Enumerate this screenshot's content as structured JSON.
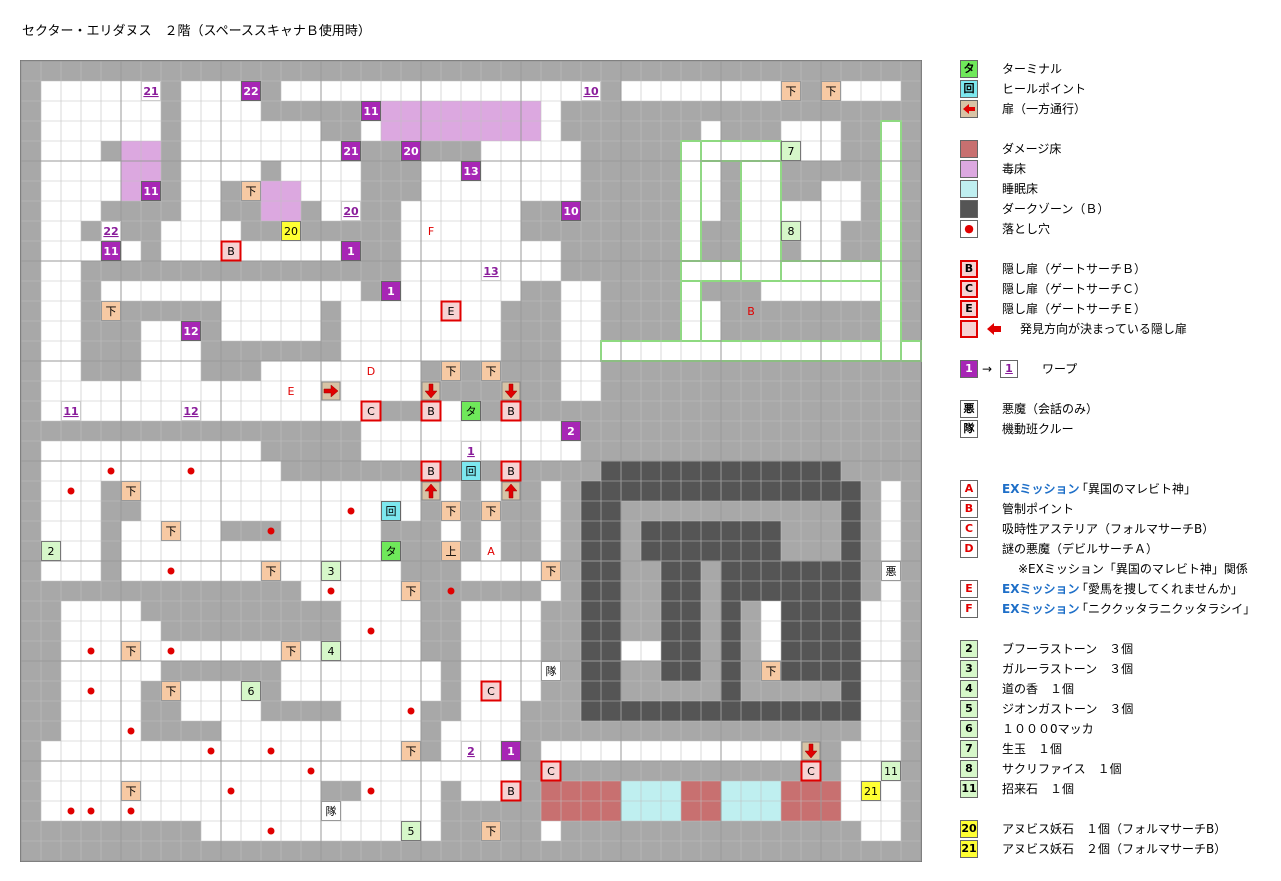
{
  "title": "セクター・エリダヌス　２階（スペーススキャナＢ使用時）",
  "map": {
    "cols": 45,
    "rows": 40,
    "cell_colors": {
      "wall": "#a8a8a8",
      "floor": "#ffffff",
      "poison": "#dca8e0",
      "damage": "#c87070",
      "sleep": "#bfeff0",
      "dark": "#555555"
    },
    "labels": [
      {
        "t": "21",
        "c": 6,
        "r": 1,
        "k": "warp-dest"
      },
      {
        "t": "22",
        "c": 11,
        "r": 1,
        "k": "warp"
      },
      {
        "t": "10",
        "c": 28,
        "r": 1,
        "k": "warp-dest"
      },
      {
        "t": "下",
        "c": 38,
        "r": 1,
        "k": "stairs"
      },
      {
        "t": "下",
        "c": 40,
        "r": 1,
        "k": "stairs"
      },
      {
        "t": "11",
        "c": 17,
        "r": 2,
        "k": "warp"
      },
      {
        "t": "21",
        "c": 16,
        "r": 4,
        "k": "warp"
      },
      {
        "t": "20",
        "c": 19,
        "r": 4,
        "k": "warp"
      },
      {
        "t": "7",
        "c": 38,
        "r": 4,
        "k": "item"
      },
      {
        "t": "11",
        "c": 6,
        "r": 6,
        "k": "warp"
      },
      {
        "t": "13",
        "c": 22,
        "r": 5,
        "k": "warp"
      },
      {
        "t": "下",
        "c": 11,
        "r": 6,
        "k": "stairs"
      },
      {
        "t": "10",
        "c": 27,
        "r": 7,
        "k": "warp"
      },
      {
        "t": "20",
        "c": 16,
        "r": 7,
        "k": "warp-dest"
      },
      {
        "t": "20",
        "c": 13,
        "r": 8,
        "k": "stone"
      },
      {
        "t": "22",
        "c": 4,
        "r": 8,
        "k": "warp-dest"
      },
      {
        "t": "F",
        "c": 20,
        "r": 8,
        "k": "mission"
      },
      {
        "t": "8",
        "c": 38,
        "r": 8,
        "k": "item"
      },
      {
        "t": "11",
        "c": 4,
        "r": 9,
        "k": "warp"
      },
      {
        "t": "B",
        "c": 10,
        "r": 9,
        "k": "door"
      },
      {
        "t": "1",
        "c": 16,
        "r": 9,
        "k": "warp"
      },
      {
        "t": "13",
        "c": 23,
        "r": 10,
        "k": "warp-dest"
      },
      {
        "t": "1",
        "c": 18,
        "r": 11,
        "k": "warp"
      },
      {
        "t": "下",
        "c": 4,
        "r": 12,
        "k": "stairs"
      },
      {
        "t": "E",
        "c": 21,
        "r": 12,
        "k": "door"
      },
      {
        "t": "B",
        "c": 36,
        "r": 12,
        "k": "mission"
      },
      {
        "t": "12",
        "c": 8,
        "r": 13,
        "k": "warp"
      },
      {
        "t": "D",
        "c": 17,
        "r": 15,
        "k": "mission"
      },
      {
        "t": "下",
        "c": 21,
        "r": 15,
        "k": "stairs"
      },
      {
        "t": "下",
        "c": 23,
        "r": 15,
        "k": "stairs"
      },
      {
        "t": "E",
        "c": 13,
        "r": 16,
        "k": "mission"
      },
      {
        "t": "11",
        "c": 2,
        "r": 17,
        "k": "warp-dest"
      },
      {
        "t": "12",
        "c": 8,
        "r": 17,
        "k": "warp-dest"
      },
      {
        "t": "C",
        "c": 17,
        "r": 17,
        "k": "door"
      },
      {
        "t": "B",
        "c": 20,
        "r": 17,
        "k": "door"
      },
      {
        "t": "タ",
        "c": 22,
        "r": 17,
        "k": "terminal"
      },
      {
        "t": "B",
        "c": 24,
        "r": 17,
        "k": "door"
      },
      {
        "t": "2",
        "c": 27,
        "r": 18,
        "k": "warp"
      },
      {
        "t": "1",
        "c": 22,
        "r": 19,
        "k": "warp-dest"
      },
      {
        "t": "B",
        "c": 20,
        "r": 20,
        "k": "door"
      },
      {
        "t": "回",
        "c": 22,
        "r": 20,
        "k": "heal"
      },
      {
        "t": "B",
        "c": 24,
        "r": 20,
        "k": "door"
      },
      {
        "t": "下",
        "c": 5,
        "r": 21,
        "k": "stairs"
      },
      {
        "t": "回",
        "c": 18,
        "r": 22,
        "k": "heal"
      },
      {
        "t": "下",
        "c": 21,
        "r": 22,
        "k": "stairs"
      },
      {
        "t": "下",
        "c": 23,
        "r": 22,
        "k": "stairs"
      },
      {
        "t": "下",
        "c": 7,
        "r": 23,
        "k": "stairs"
      },
      {
        "t": "2",
        "c": 1,
        "r": 24,
        "k": "item"
      },
      {
        "t": "タ",
        "c": 18,
        "r": 24,
        "k": "terminal"
      },
      {
        "t": "上",
        "c": 21,
        "r": 24,
        "k": "stairs"
      },
      {
        "t": "A",
        "c": 23,
        "r": 24,
        "k": "mission"
      },
      {
        "t": "下",
        "c": 12,
        "r": 25,
        "k": "stairs"
      },
      {
        "t": "3",
        "c": 15,
        "r": 25,
        "k": "item"
      },
      {
        "t": "下",
        "c": 26,
        "r": 25,
        "k": "stairs"
      },
      {
        "t": "悪",
        "c": 43,
        "r": 25,
        "k": "npc"
      },
      {
        "t": "下",
        "c": 19,
        "r": 26,
        "k": "stairs"
      },
      {
        "t": "下",
        "c": 5,
        "r": 29,
        "k": "stairs"
      },
      {
        "t": "下",
        "c": 13,
        "r": 29,
        "k": "stairs"
      },
      {
        "t": "4",
        "c": 15,
        "r": 29,
        "k": "item"
      },
      {
        "t": "隊",
        "c": 26,
        "r": 30,
        "k": "npc"
      },
      {
        "t": "下",
        "c": 37,
        "r": 30,
        "k": "stairs"
      },
      {
        "t": "下",
        "c": 7,
        "r": 31,
        "k": "stairs"
      },
      {
        "t": "6",
        "c": 11,
        "r": 31,
        "k": "item"
      },
      {
        "t": "C",
        "c": 23,
        "r": 31,
        "k": "door"
      },
      {
        "t": "下",
        "c": 19,
        "r": 34,
        "k": "stairs"
      },
      {
        "t": "2",
        "c": 22,
        "r": 34,
        "k": "warp-dest"
      },
      {
        "t": "1",
        "c": 24,
        "r": 34,
        "k": "warp"
      },
      {
        "t": "C",
        "c": 26,
        "r": 35,
        "k": "door"
      },
      {
        "t": "C",
        "c": 39,
        "r": 35,
        "k": "door"
      },
      {
        "t": "11",
        "c": 43,
        "r": 35,
        "k": "item"
      },
      {
        "t": "下",
        "c": 5,
        "r": 36,
        "k": "stairs"
      },
      {
        "t": "B",
        "c": 24,
        "r": 36,
        "k": "door"
      },
      {
        "t": "21",
        "c": 42,
        "r": 36,
        "k": "stone"
      },
      {
        "t": "隊",
        "c": 15,
        "r": 37,
        "k": "npc"
      },
      {
        "t": "5",
        "c": 19,
        "r": 38,
        "k": "item"
      },
      {
        "t": "下",
        "c": 23,
        "r": 38,
        "k": "stairs"
      }
    ],
    "pits": [
      [
        2,
        21
      ],
      [
        4,
        20
      ],
      [
        8,
        20
      ],
      [
        12,
        23
      ],
      [
        16,
        22
      ],
      [
        7,
        25
      ],
      [
        15,
        26
      ],
      [
        21,
        26
      ],
      [
        17,
        28
      ],
      [
        3,
        29
      ],
      [
        7,
        29
      ],
      [
        3,
        31
      ],
      [
        5,
        33
      ],
      [
        19,
        32
      ],
      [
        9,
        34
      ],
      [
        12,
        34
      ],
      [
        14,
        35
      ],
      [
        10,
        36
      ],
      [
        5,
        37
      ],
      [
        17,
        36
      ],
      [
        2,
        37
      ],
      [
        3,
        37
      ],
      [
        12,
        38
      ]
    ],
    "one_way_doors": [
      [
        15,
        16,
        "right"
      ],
      [
        20,
        16,
        "down"
      ],
      [
        24,
        16,
        "down"
      ],
      [
        20,
        21,
        "up"
      ],
      [
        24,
        21,
        "up"
      ],
      [
        39,
        34,
        "down"
      ]
    ],
    "legend": [
      {
        "sym": "タ",
        "bg": "#6fe85a",
        "text": "ターミナル"
      },
      {
        "sym": "回",
        "bg": "#7ce7ee",
        "text": "ヒールポイント"
      },
      {
        "sym": "",
        "bg": "#d8c3a5",
        "text": "扉（一方通行）"
      },
      {
        "sym": "",
        "bg": "#c87070",
        "text": "ダメージ床"
      },
      {
        "sym": "",
        "bg": "#dca8e0",
        "text": "毒床"
      },
      {
        "sym": "",
        "bg": "#bfeff0",
        "text": "睡眠床"
      },
      {
        "sym": "",
        "bg": "#555555",
        "text": "ダークゾーン（Ｂ）"
      },
      {
        "sym": "●",
        "bg": "#ffffff",
        "text": "落とし穴"
      },
      {
        "sym": "B",
        "bg": "#f6d2d2",
        "text": "隠し扉（ゲートサーチＢ）"
      },
      {
        "sym": "C",
        "bg": "#f6d2d2",
        "text": "隠し扉（ゲートサーチＣ）"
      },
      {
        "sym": "E",
        "bg": "#f6d2d2",
        "text": "隠し扉（ゲートサーチＥ）"
      },
      {
        "sym": "",
        "bg": "#f6d2d2",
        "text": "発見方向が決まっている隠し扉"
      },
      {
        "sym": "1",
        "bg": "#a726b5",
        "text": "ワープ"
      },
      {
        "sym": "悪",
        "bg": "#ffffff",
        "text": "悪魔（会話のみ）"
      },
      {
        "sym": "隊",
        "bg": "#ffffff",
        "text": "機動班クルー"
      }
    ],
    "warp_dest_sym": "1",
    "missions": [
      {
        "sym": "A",
        "prefix": "EXミッション",
        "text": "「異国のマレビト神」"
      },
      {
        "sym": "B",
        "prefix": "",
        "text": "管制ポイント"
      },
      {
        "sym": "C",
        "prefix": "",
        "text": "吸時性アステリア（フォルマサーチB）"
      },
      {
        "sym": "D",
        "prefix": "",
        "text": "謎の悪魔（デビルサーチＡ）"
      },
      {
        "sym": "",
        "prefix": "",
        "text": "※EXミッション「異国のマレビト神」関係"
      },
      {
        "sym": "E",
        "prefix": "EXミッション",
        "text": "「愛馬を捜してくれませんか」"
      },
      {
        "sym": "F",
        "prefix": "EXミッション",
        "text": "「ニククッタラニクッタラシイ」"
      }
    ],
    "items": [
      {
        "sym": "2",
        "text": "ブフーラストーン　３個"
      },
      {
        "sym": "3",
        "text": "ガルーラストーン　３個"
      },
      {
        "sym": "4",
        "text": "道の香　１個"
      },
      {
        "sym": "5",
        "text": "ジオンガストーン　３個"
      },
      {
        "sym": "6",
        "text": "１０００0マッカ"
      },
      {
        "sym": "7",
        "text": "生玉　１個"
      },
      {
        "sym": "8",
        "text": "サクリファイス　１個"
      },
      {
        "sym": "11",
        "text": "招来石　１個"
      }
    ],
    "stones": [
      {
        "sym": "20",
        "text": "アヌビス妖石　１個（フォルマサーチB）"
      },
      {
        "sym": "21",
        "text": "アヌビス妖石　２個（フォルマサーチB）"
      }
    ]
  }
}
